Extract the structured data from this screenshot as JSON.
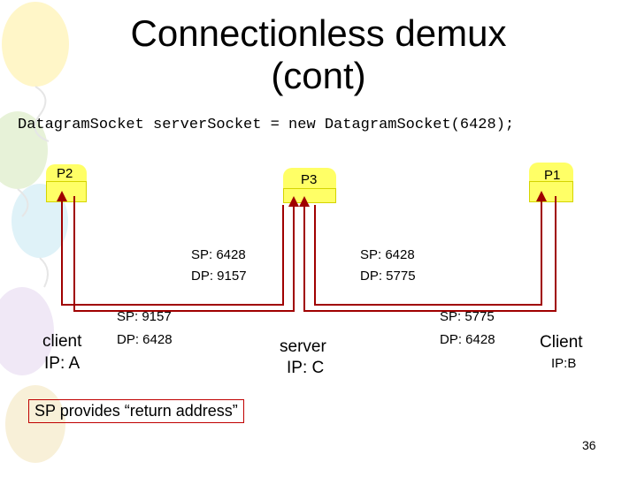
{
  "title": {
    "line1": "Connectionless demux",
    "line2": "(cont)"
  },
  "code_line": "DatagramSocket serverSocket = new DatagramSocket(6428);",
  "sockets": {
    "p2": "P2",
    "p3": "P3",
    "p1": "P1"
  },
  "hosts": {
    "client_a": {
      "name": "client",
      "ip": "IP: A"
    },
    "server": {
      "name": "server",
      "ip": "IP: C"
    },
    "client_b": {
      "name": "Client",
      "ip": "IP:B"
    }
  },
  "segments": {
    "server_to_a": {
      "sp": "SP: 6428",
      "dp": "DP: 9157"
    },
    "server_to_b": {
      "sp": "SP: 6428",
      "dp": "DP: 5775"
    },
    "a_to_server": {
      "sp": "SP: 9157",
      "dp": "DP: 6428"
    },
    "b_to_server": {
      "sp": "SP: 5775",
      "dp": "DP: 6428"
    }
  },
  "note": "SP provides “return address”",
  "page_number": "36",
  "colors": {
    "path": "#a00000",
    "socket": "#ffff66"
  }
}
